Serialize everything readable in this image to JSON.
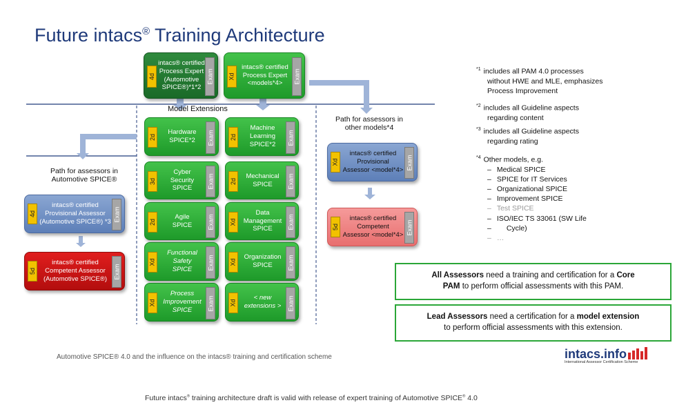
{
  "title": {
    "text": "Future intacs",
    "reg": "®",
    "rest": " Training Architecture"
  },
  "boxes": {
    "process_expert_auto": {
      "dur": "4d",
      "line1": "intacs® certified",
      "line2": "Process Expert",
      "line3": "(Automotive",
      "line4": "SPICE®)*1*2",
      "exam": "Exam"
    },
    "process_expert_models": {
      "dur": "Xd",
      "line1": "intacs® certified",
      "line2": "Process Expert",
      "line3": "<models*4>",
      "exam": "Exam"
    },
    "hardware": {
      "dur": "2d",
      "line1": "Hardware",
      "line2": "SPICE*2",
      "exam": "Exam"
    },
    "machine_learning": {
      "dur": "2d",
      "line1": "Machine",
      "line2": "Learning",
      "line3": "SPICE*2",
      "exam": "Exam"
    },
    "cyber_security": {
      "dur": "3d",
      "line1": "Cyber",
      "line2": "Security",
      "line3": "SPICE",
      "exam": "Exam"
    },
    "mechanical": {
      "dur": "2d",
      "line1": "Mechanical",
      "line2": "SPICE",
      "exam": "Exam"
    },
    "agile": {
      "dur": "2d",
      "line1": "Agile",
      "line2": "SPICE",
      "exam": "Exam"
    },
    "data_management": {
      "dur": "Xd",
      "line1": "Data",
      "line2": "Management",
      "line3": "SPICE",
      "exam": "Exam"
    },
    "functional_safety": {
      "dur": "Xd",
      "line1": "Functional",
      "line2": "Safety",
      "line3": "SPICE",
      "exam": "Exam"
    },
    "organization": {
      "dur": "Xd",
      "line1": "Organization",
      "line2": "SPICE",
      "exam": "Exam"
    },
    "process_improvement": {
      "dur": "Xd",
      "line1": "Process",
      "line2": "Improvement",
      "line3": "SPICE",
      "exam": "Exam"
    },
    "new_extensions": {
      "dur": "Xd",
      "line1": "< new",
      "line2": "extensions >",
      "exam": "Exam"
    },
    "provisional_auto": {
      "dur": "4d",
      "line1": "intacs® certified",
      "line2": "Provisional Assessor",
      "line3": "(Automotive SPICE®) *3",
      "exam": "Exam"
    },
    "competent_auto": {
      "dur": "5d",
      "line1": "intacs® certified",
      "line2": "Competent Assessor",
      "line3": "(Automotive SPICE®)",
      "exam": "Exam"
    },
    "provisional_model": {
      "dur": "Xd",
      "line1": "intacs® certified",
      "line2": "Provisional",
      "line3": "Assessor <model*4>",
      "exam": "Exam"
    },
    "competent_model": {
      "dur": "5d",
      "line1": "intacs® certified",
      "line2": "Competent",
      "line3": "Assessor <model*4>",
      "exam": "Exam"
    }
  },
  "labels": {
    "model_extensions": "Model Extensions",
    "path_other_1": "Path for assessors in",
    "path_other_2": "other models*4",
    "path_auto_1": "Path for assessors in",
    "path_auto_2": "Automotive SPICE®"
  },
  "notes": {
    "n1_ref": "*1",
    "n1_l1": "includes all PAM 4.0 processes",
    "n1_l2": "without HWE and MLE, emphasizes",
    "n1_l3": "Process Improvement",
    "n2_ref": "*2",
    "n2_l1": "includes all Guideline aspects",
    "n2_l2": "regarding content",
    "n3_ref": "*3",
    "n3_l1": "includes all Guideline aspects",
    "n3_l2": "regarding rating",
    "n4_ref": "*4",
    "n4_l1": "Other models, e.g.",
    "n4_items": [
      "Medical SPICE",
      "SPICE for IT Services",
      "Organizational SPICE",
      "Improvement SPICE",
      "Test SPICE",
      "ISO/IEC TS 33061 (SW Life",
      "Cycle)",
      "…"
    ]
  },
  "callouts": {
    "c1_b1": "All Assessors",
    "c1_t1": " need a training and certification for a ",
    "c1_b2": "Core",
    "c1_b3": "PAM",
    "c1_t2": " to perform official assessments with this PAM.",
    "c2_b1": "Lead Assessors",
    "c2_t1": " need a certification for a ",
    "c2_b2": "model extension",
    "c2_t2": "to perform official assessments with this extension."
  },
  "footer": {
    "subtitle": "Automotive SPICE® 4.0 and the influence on the intacs® training and certification scheme",
    "bottom_a": "Future intacs",
    "bottom_reg": "®",
    "bottom_b": " training architecture draft is valid with release of expert training of Automotive SPICE",
    "bottom_reg2": "®",
    "bottom_c": " 4.0"
  },
  "logo": {
    "name": "intacs.info",
    "tagline": "International Assessor Certification Scheme"
  },
  "colors": {
    "title": "#1f3a7a",
    "green": "#2aa637",
    "duration_tag": "#f2c200",
    "exam_tag": "#a6a6a6",
    "arrow": "#9fb4d8",
    "divider": "#1f3a7a"
  }
}
